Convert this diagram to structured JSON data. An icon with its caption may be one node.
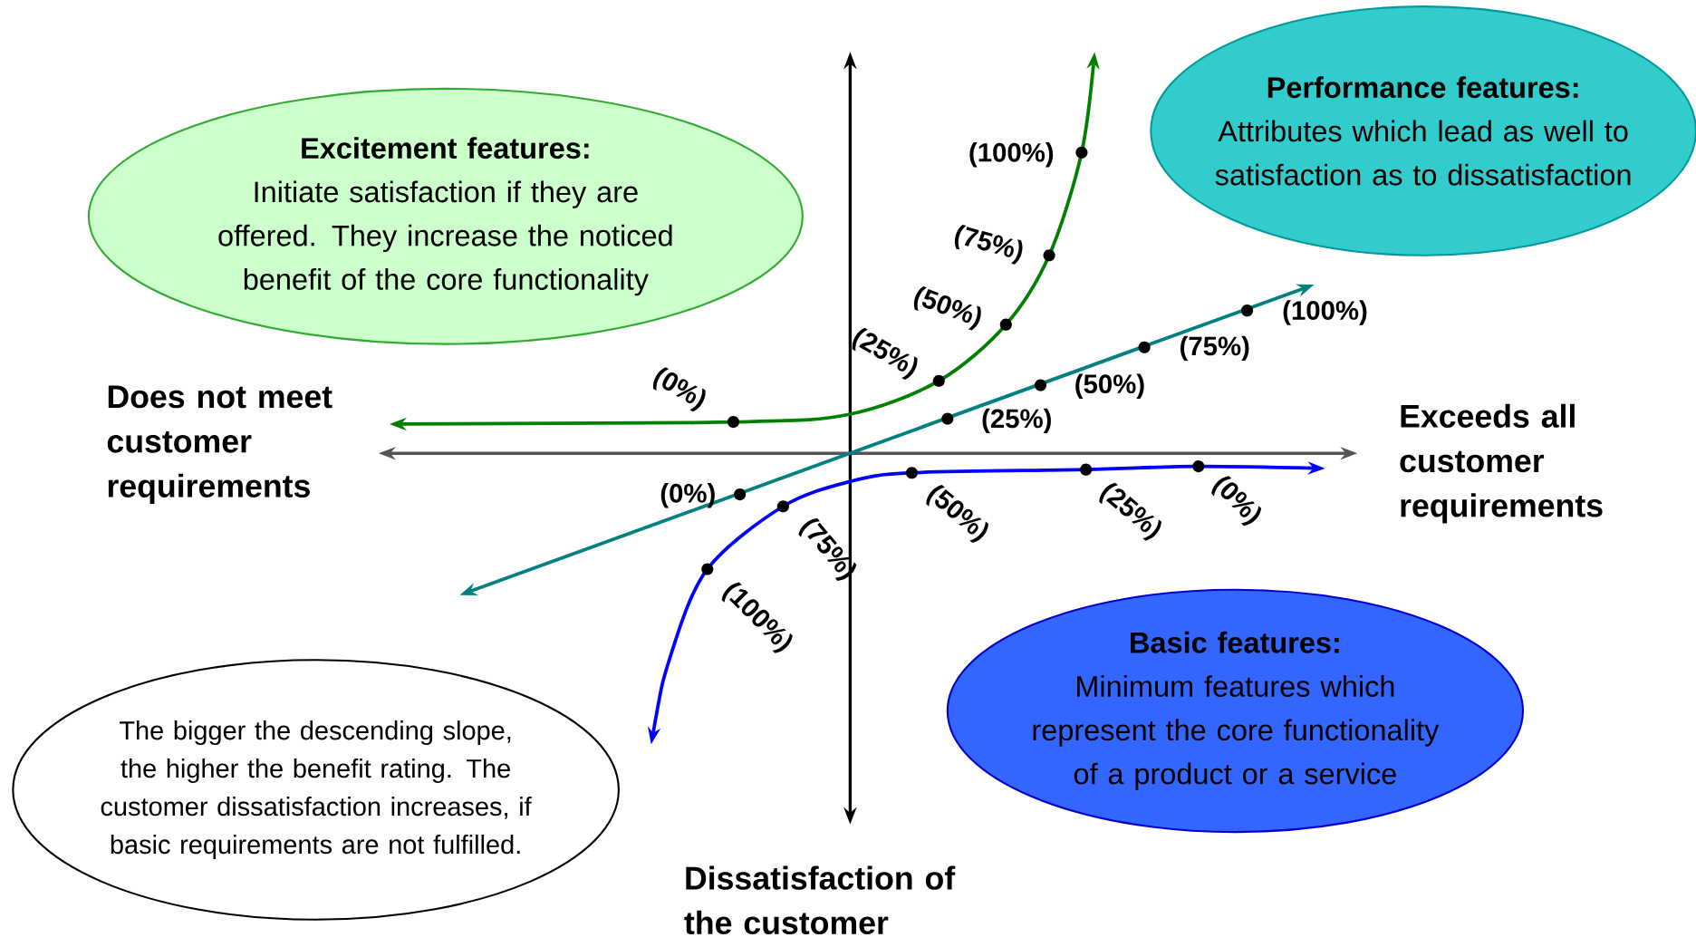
{
  "diagram": {
    "nodes": [
      {
        "text": [
          "Excitement features:",
          "Initiate satisfaction if they are offered. They increase the noticed benefit of the core functionality"
        ]
      },
      {
        "text": [
          "Performance features:",
          "Attributes which lead as well to satisfaction as to dissatisfaction"
        ]
      },
      {
        "text": [
          "Basic features:",
          "Minimum features which represent the core functionality of a product or a service"
        ]
      },
      {
        "text": [
          "The bigger the descending slope, the higher the benefit rating. The customer dissatisfaction increases, if basic requirements are not fulfilled."
        ]
      }
    ],
    "labels": [
      "(100%)",
      "(75%)",
      "(50%)",
      "(100%)",
      "(25%)",
      "(75%)",
      "(0%)",
      "Does not meet customer requirements",
      "(50%)",
      "(25%)",
      "Exceeds all customer requirements",
      "(0%)",
      "(0%)",
      "(25%)",
      "(50%)",
      "(75%)",
      "(100%)",
      "Dissatisfaction of the customer"
    ]
  }
}
